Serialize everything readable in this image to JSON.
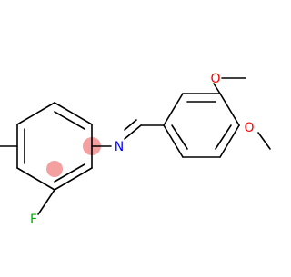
{
  "molecule": {
    "atoms": {
      "N": "N",
      "F": "F",
      "O1": "O",
      "O2": "O"
    },
    "colors": {
      "bond": "#000000",
      "nitrogen": "#0000ff",
      "oxygen": "#ff0000",
      "fluorine": "#00b000",
      "highlight": "#f4a0a0"
    }
  }
}
